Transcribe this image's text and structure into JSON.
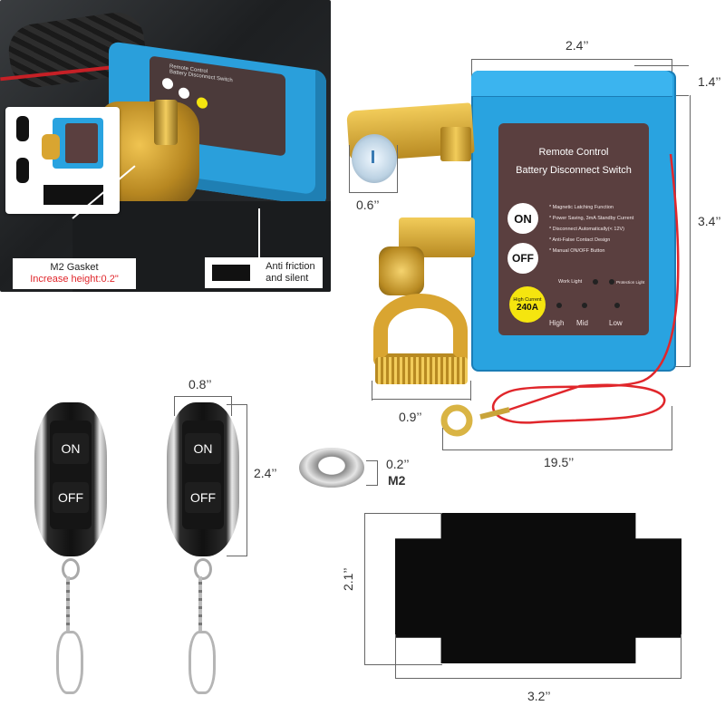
{
  "photo": {
    "box_lines": [
      "Remote Control",
      "Battery Disconnect Switch"
    ],
    "callout_gasket": {
      "title": "M2 Gasket",
      "note": "Increase height:0.2\""
    },
    "callout_pad": "Anti friction\nand silent"
  },
  "device": {
    "title_line1": "Remote Control",
    "title_line2": "Battery Disconnect Switch",
    "on_label": "ON",
    "off_label": "OFF",
    "features": [
      "* Magnetic Latching Function",
      "* Power Saving, 3mA Standby Current",
      "* Disconnect Automatically(< 12V)",
      "* Anti-False Contact Design",
      "* Manual ON/OFF Button"
    ],
    "work_light": "Work Light",
    "protection_light": "Protection Light",
    "badge_top": "High Current",
    "badge_value": "240A",
    "levels": [
      "High",
      "Mid",
      "Low"
    ]
  },
  "dimensions": {
    "device_width": "2.4’’",
    "device_depth": "1.4’’",
    "device_height": "3.4’’",
    "terminal_top": "0.6’’",
    "terminal_clamp": "0.9’’",
    "cable_length": "19.5’’",
    "remote_width": "0.8’’",
    "remote_height": "2.4’’",
    "washer_height": "0.2’’",
    "washer_label": "M2",
    "pad_height": "2.1’’",
    "pad_width": "3.2’’"
  },
  "remotes": [
    {
      "on": "ON",
      "off": "OFF"
    },
    {
      "on": "ON",
      "off": "OFF"
    }
  ],
  "colors": {
    "device_blue": "#29a3e0",
    "panel_brown": "#5a3f3f",
    "brass": "#d9a531",
    "cable_red": "#e0262b",
    "note_red": "#e0262b"
  }
}
